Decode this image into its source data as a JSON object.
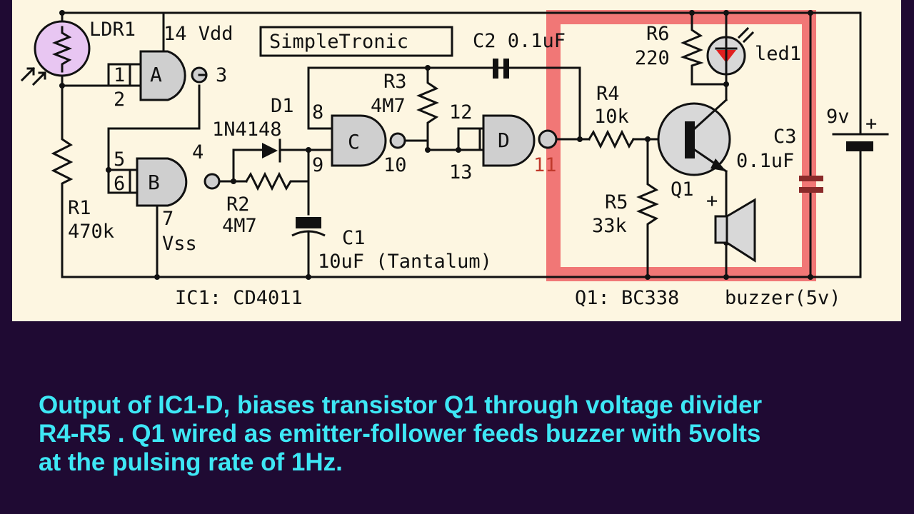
{
  "title_box": "SimpleTronic",
  "ic_label": "IC1: CD4011",
  "q1_label": "Q1: BC338",
  "buzzer_label": "buzzer(5v)",
  "battery": {
    "voltage": "9v",
    "plus": "+"
  },
  "components": {
    "ldr": "LDR1",
    "r1": {
      "name": "R1",
      "value": "470k"
    },
    "r2": {
      "name": "R2",
      "value": "4M7"
    },
    "r3": {
      "name": "R3",
      "value": "4M7"
    },
    "r4": {
      "name": "R4",
      "value": "10k"
    },
    "r5": {
      "name": "R5",
      "value": "33k"
    },
    "r6": {
      "name": "R6",
      "value": "220"
    },
    "c1": {
      "name": "C1",
      "value": "10uF (Tantalum)"
    },
    "c2": "C2 0.1uF",
    "c3": {
      "name": "C3",
      "value": "0.1uF"
    },
    "d1": {
      "name": "D1",
      "value": "1N4148"
    },
    "q1": "Q1",
    "led": "led1",
    "vdd": "14 Vdd",
    "vss": "Vss"
  },
  "gates": {
    "a": "A",
    "b": "B",
    "c": "C",
    "d": "D"
  },
  "pins": {
    "p1": "1",
    "p2": "2",
    "p3": "3",
    "p4": "4",
    "p5": "5",
    "p6": "6",
    "p7": "7",
    "p8": "8",
    "p9": "9",
    "p10": "10",
    "p11": "11",
    "p12": "12",
    "p13": "13"
  },
  "highlight_color": "#f07070",
  "caption": [
    "Output of IC1-D, biases transistor Q1 through voltage divider",
    "R4-R5 . Q1 wired as emitter-follower feeds buzzer with 5volts",
    "at the pulsing rate of 1Hz."
  ]
}
